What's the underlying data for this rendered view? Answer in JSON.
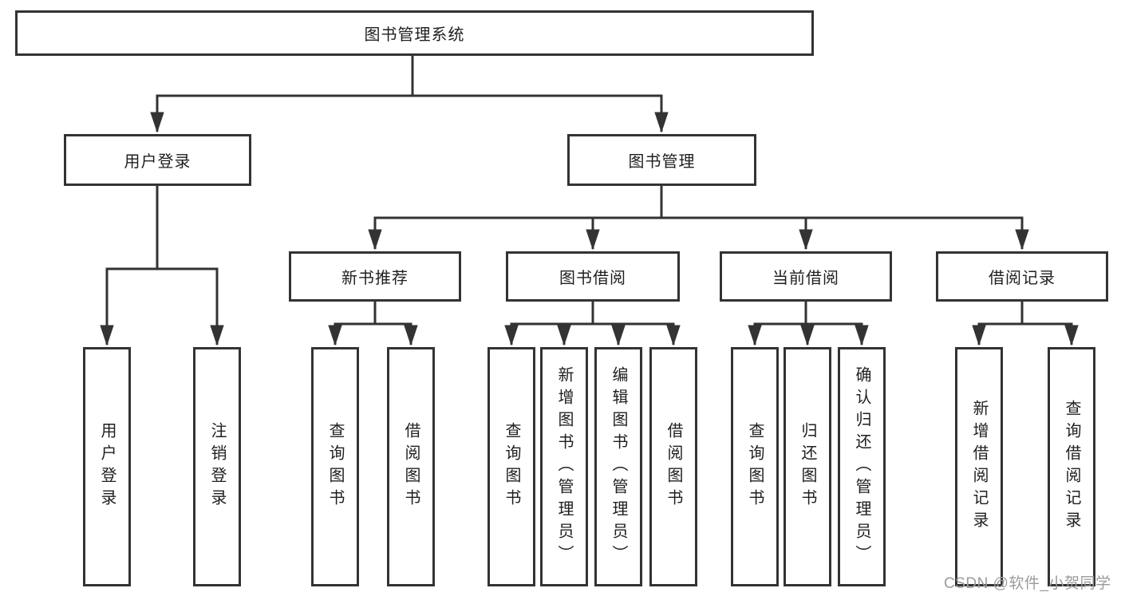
{
  "tree": {
    "root": {
      "label": "图书管理系统",
      "children": [
        {
          "label": "用户登录",
          "children": [
            {
              "label": "用户登录"
            },
            {
              "label": "注销登录"
            }
          ]
        },
        {
          "label": "图书管理",
          "children": [
            {
              "label": "新书推荐",
              "children": [
                {
                  "label": "查询图书"
                },
                {
                  "label": "借阅图书"
                }
              ]
            },
            {
              "label": "图书借阅",
              "children": [
                {
                  "label": "查询图书"
                },
                {
                  "label": "新增图书（管理员）"
                },
                {
                  "label": "编辑图书（管理员）"
                },
                {
                  "label": "借阅图书"
                }
              ]
            },
            {
              "label": "当前借阅",
              "children": [
                {
                  "label": "查询图书"
                },
                {
                  "label": "归还图书"
                },
                {
                  "label": "确认归还（管理员）"
                }
              ]
            },
            {
              "label": "借阅记录",
              "children": [
                {
                  "label": "新增借阅记录"
                },
                {
                  "label": "查询借阅记录"
                }
              ]
            }
          ]
        }
      ]
    }
  },
  "watermark": {
    "text": "CSDN @软件_小贺同学"
  },
  "colors": {
    "line": "#333333",
    "box_border": "#333333",
    "text": "#1f1f1f",
    "watermark": "#9b9b9b",
    "background": "#ffffff"
  }
}
